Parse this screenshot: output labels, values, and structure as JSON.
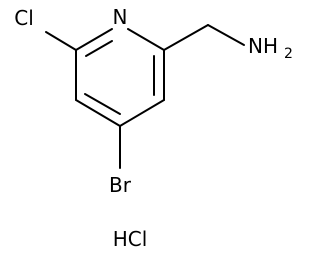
{
  "molecule": {
    "atoms": {
      "nitrogen": "N",
      "chlorine": "Cl",
      "bromine": "Br",
      "amine_symbol": "NH",
      "amine_subscript": "2"
    },
    "salt": "HCl"
  }
}
